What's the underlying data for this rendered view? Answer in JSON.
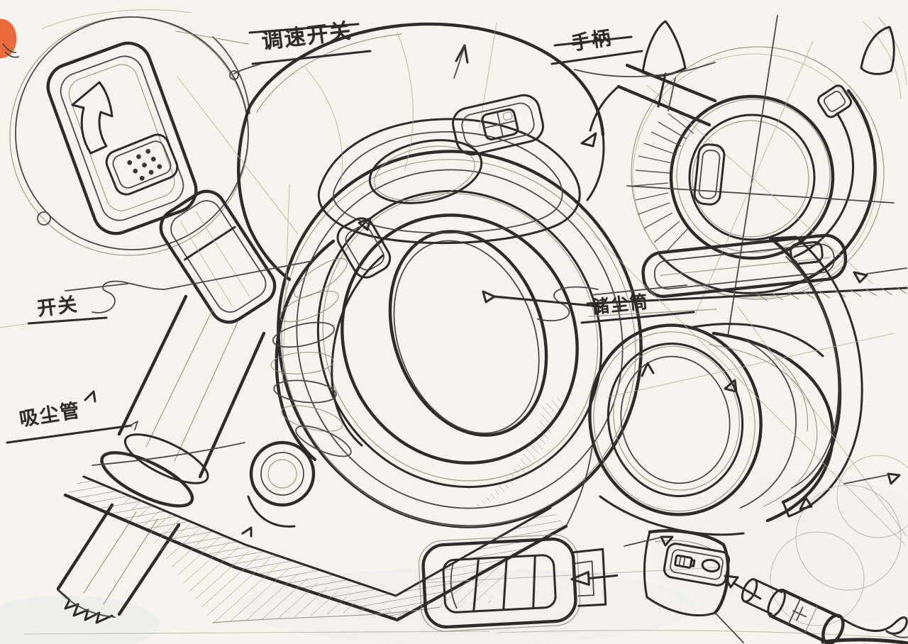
{
  "page": {
    "title": "Handheld vacuum cleaner industrial design sketch",
    "medium": "pencil line sketch on off-white paper",
    "language": "Chinese handwritten annotations"
  },
  "palette": {
    "paper": "#f7f4ee",
    "pencil_dark": "#2e2b28",
    "pencil_light": "#9b958c",
    "accent_dot_orange": "#ed6a3c"
  },
  "annotations": [
    {
      "id": "speed-switch",
      "text": "调速开关",
      "translation": "speed control switch"
    },
    {
      "id": "handle",
      "text": "手柄",
      "translation": "handle"
    },
    {
      "id": "power-switch",
      "text": "开关",
      "translation": "power switch"
    },
    {
      "id": "suction-tube",
      "text": "吸尘管",
      "translation": "dust suction tube"
    },
    {
      "id": "dust-canister",
      "text": "储尘筒",
      "translation": "dust canister"
    }
  ],
  "views": [
    {
      "id": "switch-closeup",
      "description": "circled close-up of thumb switch panel with arrow key and dotted grip pad"
    },
    {
      "id": "main-three-quarter",
      "description": "main 3/4 view: ring shaped dust cup, loop handle with control pad, trigger switch, flexible hose, suction tube with brush nozzle"
    },
    {
      "id": "top-view",
      "description": "top view with ring handle, round dust bowl, crosshair construction lines and radial hatching"
    },
    {
      "id": "rear-three-quarter",
      "description": "rear 3/4 view of cylindrical dust canister with carry strap above hatched baseline"
    },
    {
      "id": "battery-pack",
      "description": "battery pack detail with four cells and side connector arrow"
    },
    {
      "id": "charger-plug",
      "description": "DC charger plug with cable, arrow pointing at charging port with battery indicator"
    }
  ]
}
